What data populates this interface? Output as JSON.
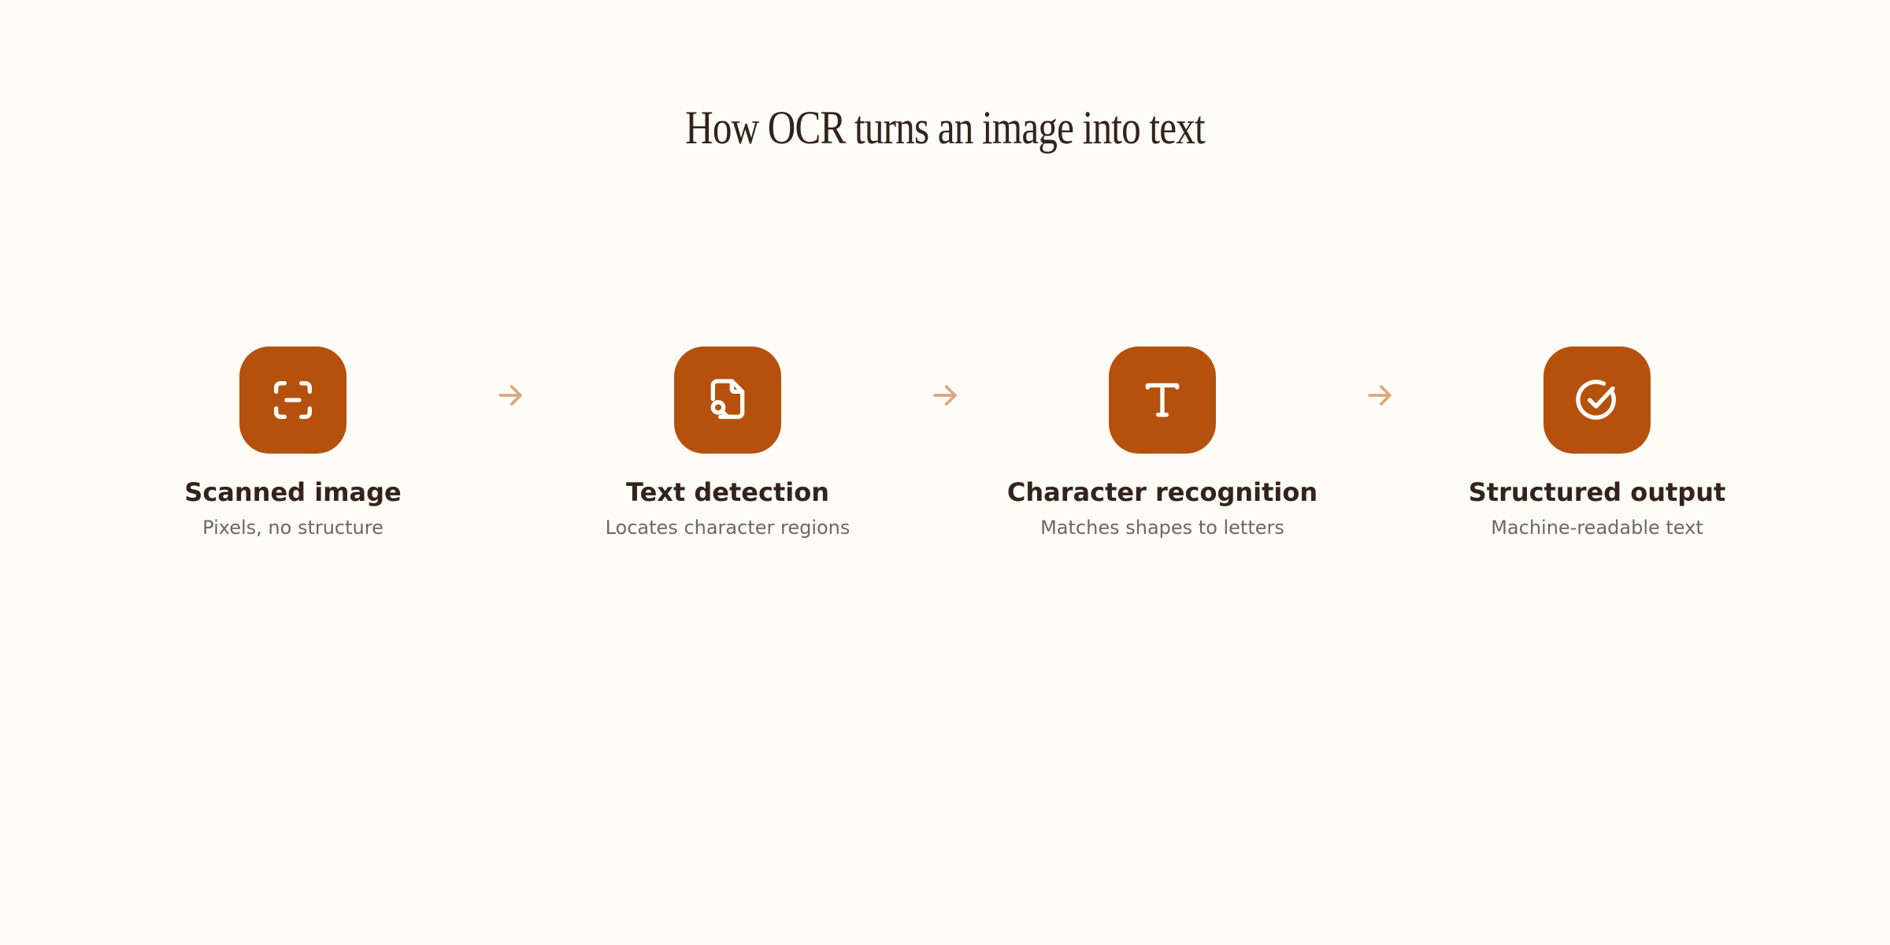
{
  "title": "How OCR turns an image into text",
  "colors": {
    "background": "#fdfcf7",
    "tile": "#b5510c",
    "icon": "#ffffff",
    "arrow": "#dda67e",
    "heading": "#33231b",
    "description": "#6f6761"
  },
  "steps": [
    {
      "title": "Scanned image",
      "description": "Pixels, no structure",
      "icon": "scan-icon"
    },
    {
      "title": "Text detection",
      "description": "Locates character regions",
      "icon": "file-search-icon"
    },
    {
      "title": "Character recognition",
      "description": "Matches shapes to letters",
      "icon": "letter-t-icon"
    },
    {
      "title": "Structured output",
      "description": "Machine-readable text",
      "icon": "circle-check-icon"
    }
  ],
  "arrows": [
    {
      "icon": "arrow-right-icon"
    },
    {
      "icon": "arrow-right-icon"
    },
    {
      "icon": "arrow-right-icon"
    }
  ]
}
